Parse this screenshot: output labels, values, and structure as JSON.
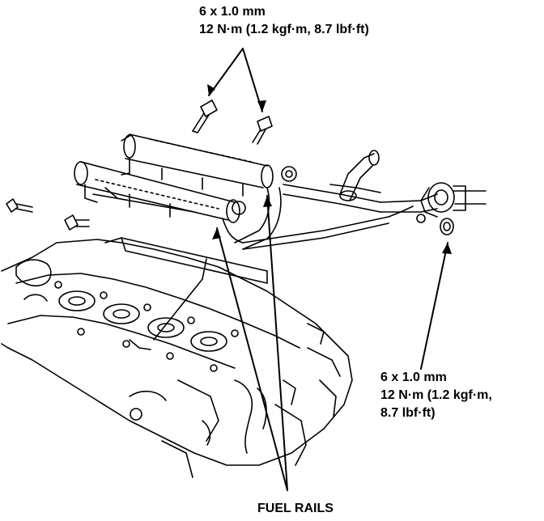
{
  "labels": {
    "top_bolts": {
      "size": "6 x 1.0 mm",
      "torque": "12 N·m (1.2 kgf·m, 8.7 lbf·ft)"
    },
    "right_bolt": {
      "size": "6 x 1.0 mm",
      "torque_line1": "12 N·m (1.2 kgf·m,",
      "torque_line2": "8.7 lbf·ft)"
    },
    "fuel_rails": "FUEL RAILS"
  },
  "colors": {
    "ink": "#000000",
    "background": "#ffffff"
  }
}
